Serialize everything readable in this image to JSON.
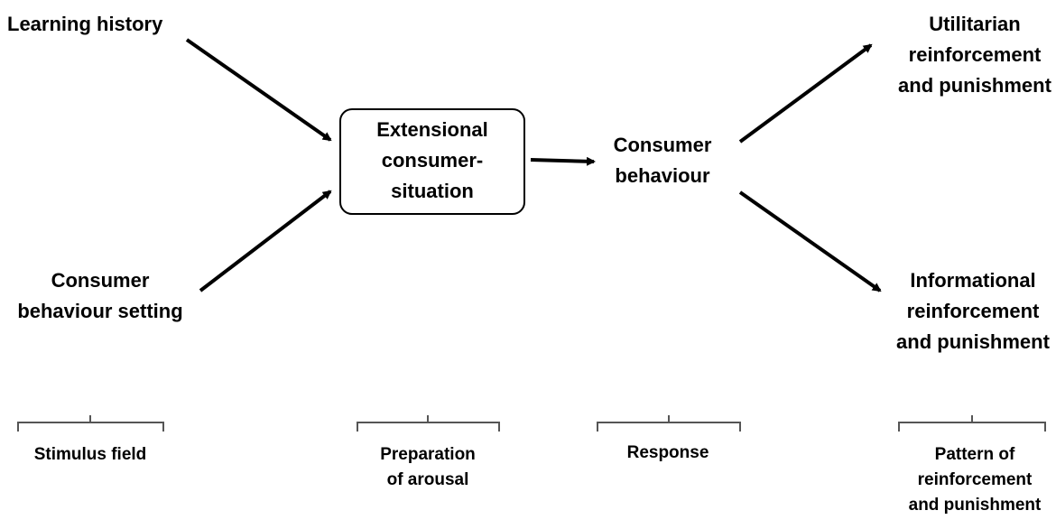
{
  "inputs": {
    "learning_history": "Learning history",
    "setting": [
      "Consumer",
      "behaviour setting"
    ]
  },
  "situation": [
    "Extensional",
    "consumer-",
    "situation"
  ],
  "behaviour": [
    "Consumer",
    "behaviour"
  ],
  "outcomes": {
    "utilitarian": [
      "Utilitarian",
      "reinforcement",
      "and punishment"
    ],
    "informational": [
      "Informational",
      "reinforcement",
      "and punishment"
    ]
  },
  "stages": {
    "stimulus": [
      "Stimulus field"
    ],
    "preparation": [
      "Preparation",
      "of arousal"
    ],
    "response": [
      "Response"
    ],
    "pattern": [
      "Pattern of",
      "reinforcement",
      "and punishment"
    ]
  }
}
